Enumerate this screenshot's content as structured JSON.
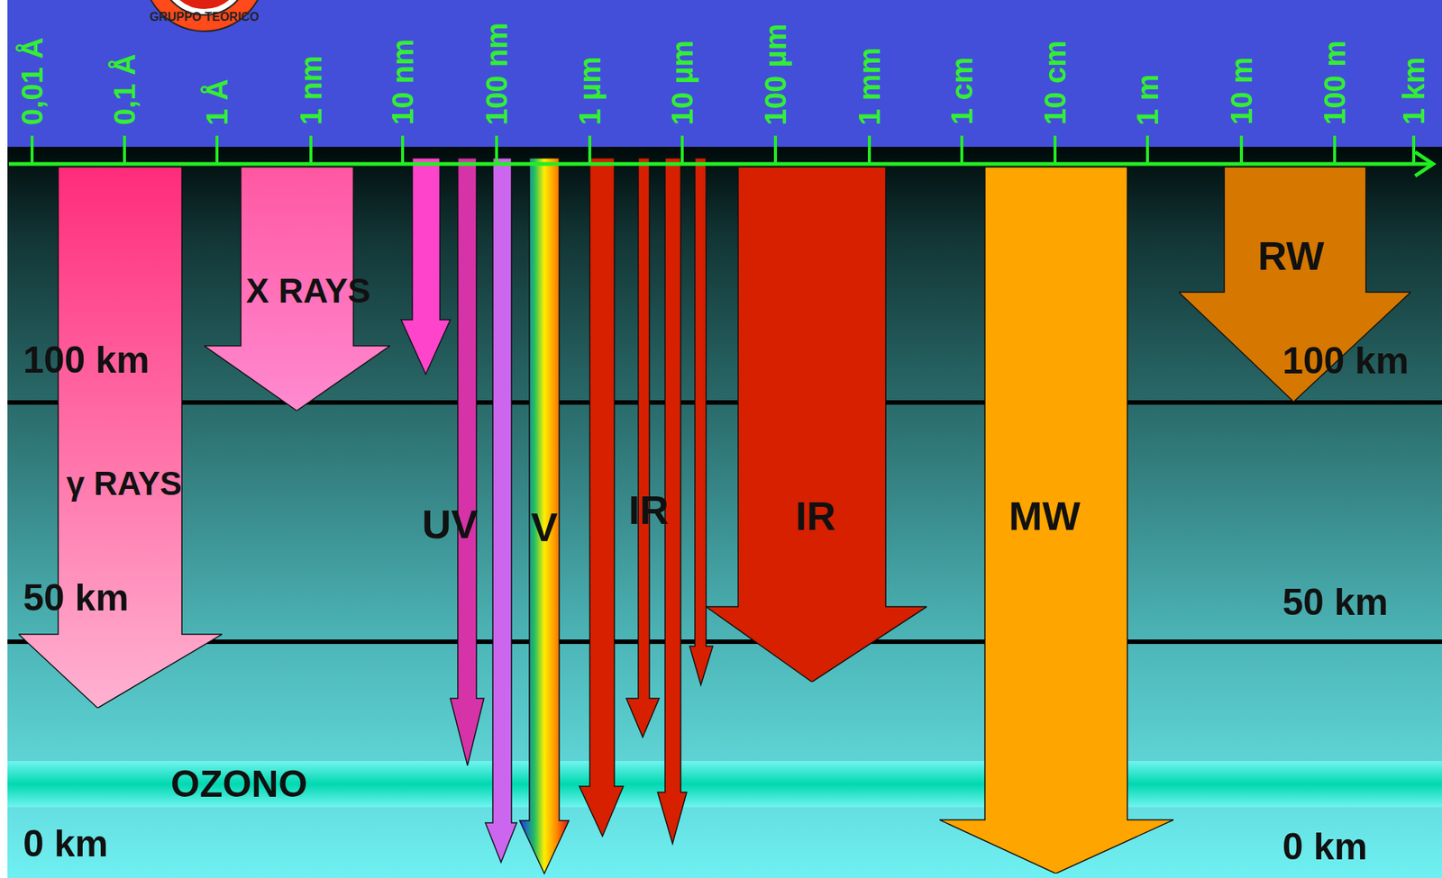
{
  "diagram": {
    "nodes": [
      {
        "text": [
          "γ RAYS"
        ]
      },
      {
        "text": [
          "X RAYS"
        ]
      },
      {
        "text": [
          "IR"
        ]
      },
      {
        "text": [
          "MW"
        ]
      },
      {
        "text": [
          "RW"
        ]
      },
      {
        "text": [
          "OZONO"
        ]
      }
    ],
    "labels": [
      "0,01 Å",
      "0,1 Å",
      "1 Å",
      "1 nm",
      "10 nm",
      "100 nm",
      "1 µm",
      "10 µm",
      "100 µm",
      "1 mm",
      "1 cm",
      "10 cm",
      "1 m",
      "10 m",
      "100 m",
      "1 km",
      "100 km",
      "100 km",
      "50 km",
      "50 km",
      "0 km",
      "0 km",
      "UV",
      "V",
      "IR",
      "GRUPPO TEORICO"
    ]
  }
}
